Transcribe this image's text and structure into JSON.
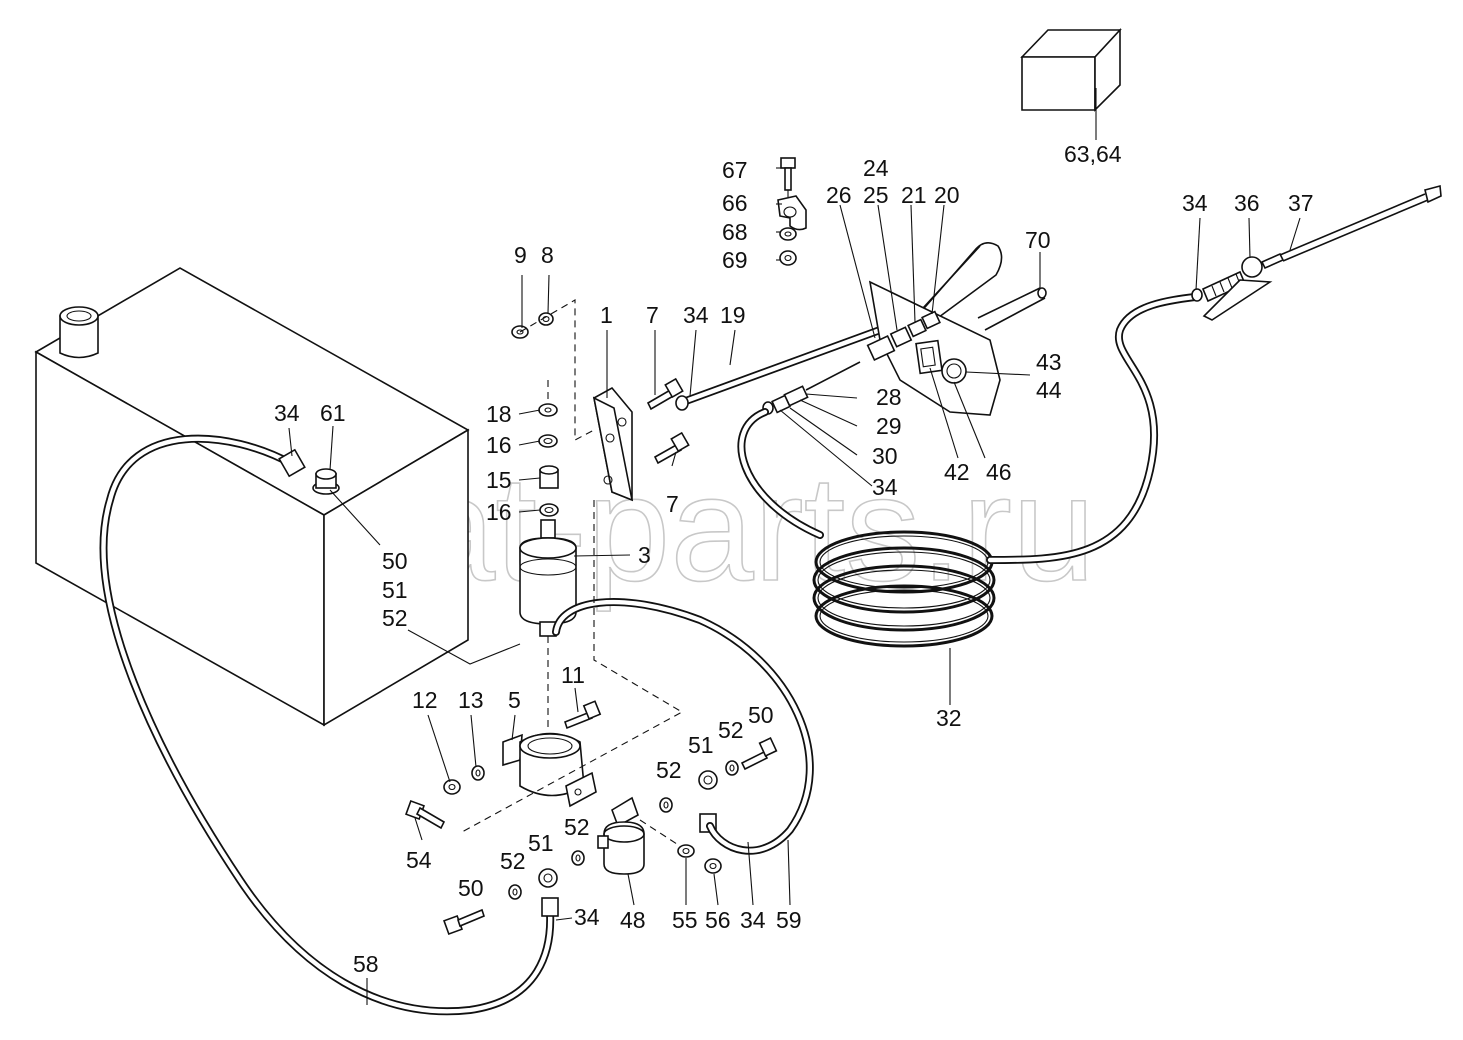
{
  "watermark": "ansat-parts.ru",
  "colors": {
    "line": "#111111",
    "background": "#ffffff",
    "watermark": "#c8c8c8"
  },
  "labels": {
    "l1": "1",
    "l3": "3",
    "l5": "5",
    "l7a": "7",
    "l7b": "7",
    "l8": "8",
    "l9": "9",
    "l11": "11",
    "l12": "12",
    "l13": "13",
    "l15": "15",
    "l16a": "16",
    "l16b": "16",
    "l18": "18",
    "l19": "19",
    "l20": "20",
    "l21": "21",
    "l24": "24",
    "l25": "25",
    "l26": "26",
    "l28": "28",
    "l29": "29",
    "l30": "30",
    "l32": "32",
    "l34a": "34",
    "l34b": "34",
    "l34c": "34",
    "l34d": "34",
    "l34e": "34",
    "l34f": "34",
    "l36": "36",
    "l37": "37",
    "l42": "42",
    "l43": "43",
    "l44": "44",
    "l46": "46",
    "l48": "48",
    "l50a": "50",
    "l50b": "50",
    "l50c": "50",
    "l51a": "51",
    "l51b": "51",
    "l51c": "51",
    "l52a": "52",
    "l52b": "52",
    "l52c": "52",
    "l52d": "52",
    "l52e": "52",
    "l54": "54",
    "l55": "55",
    "l56": "56",
    "l58": "58",
    "l59": "59",
    "l61": "61",
    "l6364": "63,64",
    "l66": "66",
    "l67": "67",
    "l68": "68",
    "l69": "69",
    "l70": "70"
  }
}
